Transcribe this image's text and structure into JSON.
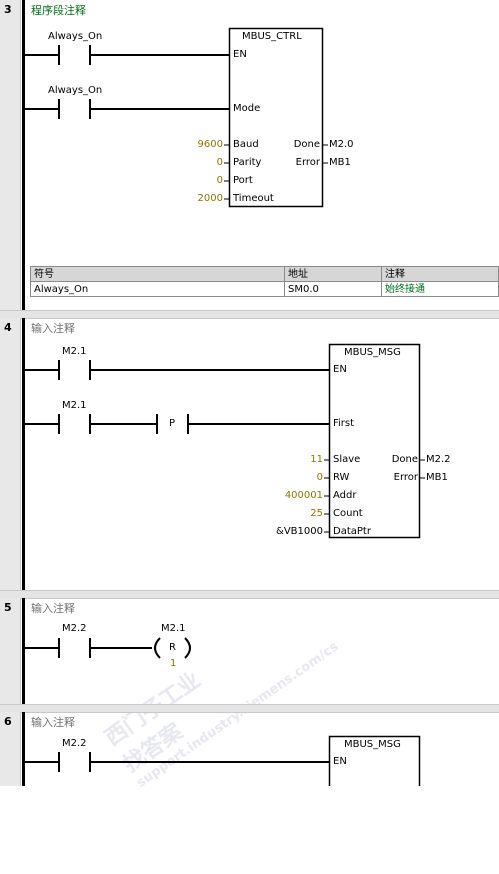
{
  "networks": [
    {
      "number": "3",
      "comment": "程序段注释",
      "contacts": [
        "Always_On",
        "Always_On"
      ],
      "box": {
        "title": "MBUS_CTRL",
        "enable": "EN",
        "second_input": "Mode",
        "inputs": [
          {
            "name": "Baud",
            "value": "9600"
          },
          {
            "name": "Parity",
            "value": "0"
          },
          {
            "name": "Port",
            "value": "0"
          },
          {
            "name": "Timeout",
            "value": "2000"
          }
        ],
        "outputs": [
          {
            "name": "Done",
            "value": "M2.0"
          },
          {
            "name": "Error",
            "value": "MB1"
          }
        ]
      },
      "symbol_table": {
        "headers": [
          "符号",
          "地址",
          "注释"
        ],
        "rows": [
          [
            "Always_On",
            "SM0.0",
            "始终接通"
          ]
        ]
      }
    },
    {
      "number": "4",
      "comment": "输入注释",
      "contacts": [
        "M2.1",
        "M2.1"
      ],
      "edge_contact": "P",
      "box": {
        "title": "MBUS_MSG",
        "enable": "EN",
        "second_input": "First",
        "inputs": [
          {
            "name": "Slave",
            "value": "11"
          },
          {
            "name": "RW",
            "value": "0"
          },
          {
            "name": "Addr",
            "value": "400001"
          },
          {
            "name": "Count",
            "value": "25"
          },
          {
            "name": "DataPtr",
            "value": "&VB1000"
          }
        ],
        "outputs": [
          {
            "name": "Done",
            "value": "M2.2"
          },
          {
            "name": "Error",
            "value": "MB1"
          }
        ]
      }
    },
    {
      "number": "5",
      "comment": "输入注释",
      "contact": "M2.2",
      "coil": {
        "address": "M2.1",
        "type": "R",
        "count": "1"
      }
    },
    {
      "number": "6",
      "comment": "输入注释",
      "contact": "M2.2",
      "box": {
        "title": "MBUS_MSG",
        "enable": "EN"
      }
    }
  ],
  "watermark": {
    "line1": "西门子工业",
    "line2": "找答案",
    "line3": "support.industry.siemens.com/cs"
  }
}
